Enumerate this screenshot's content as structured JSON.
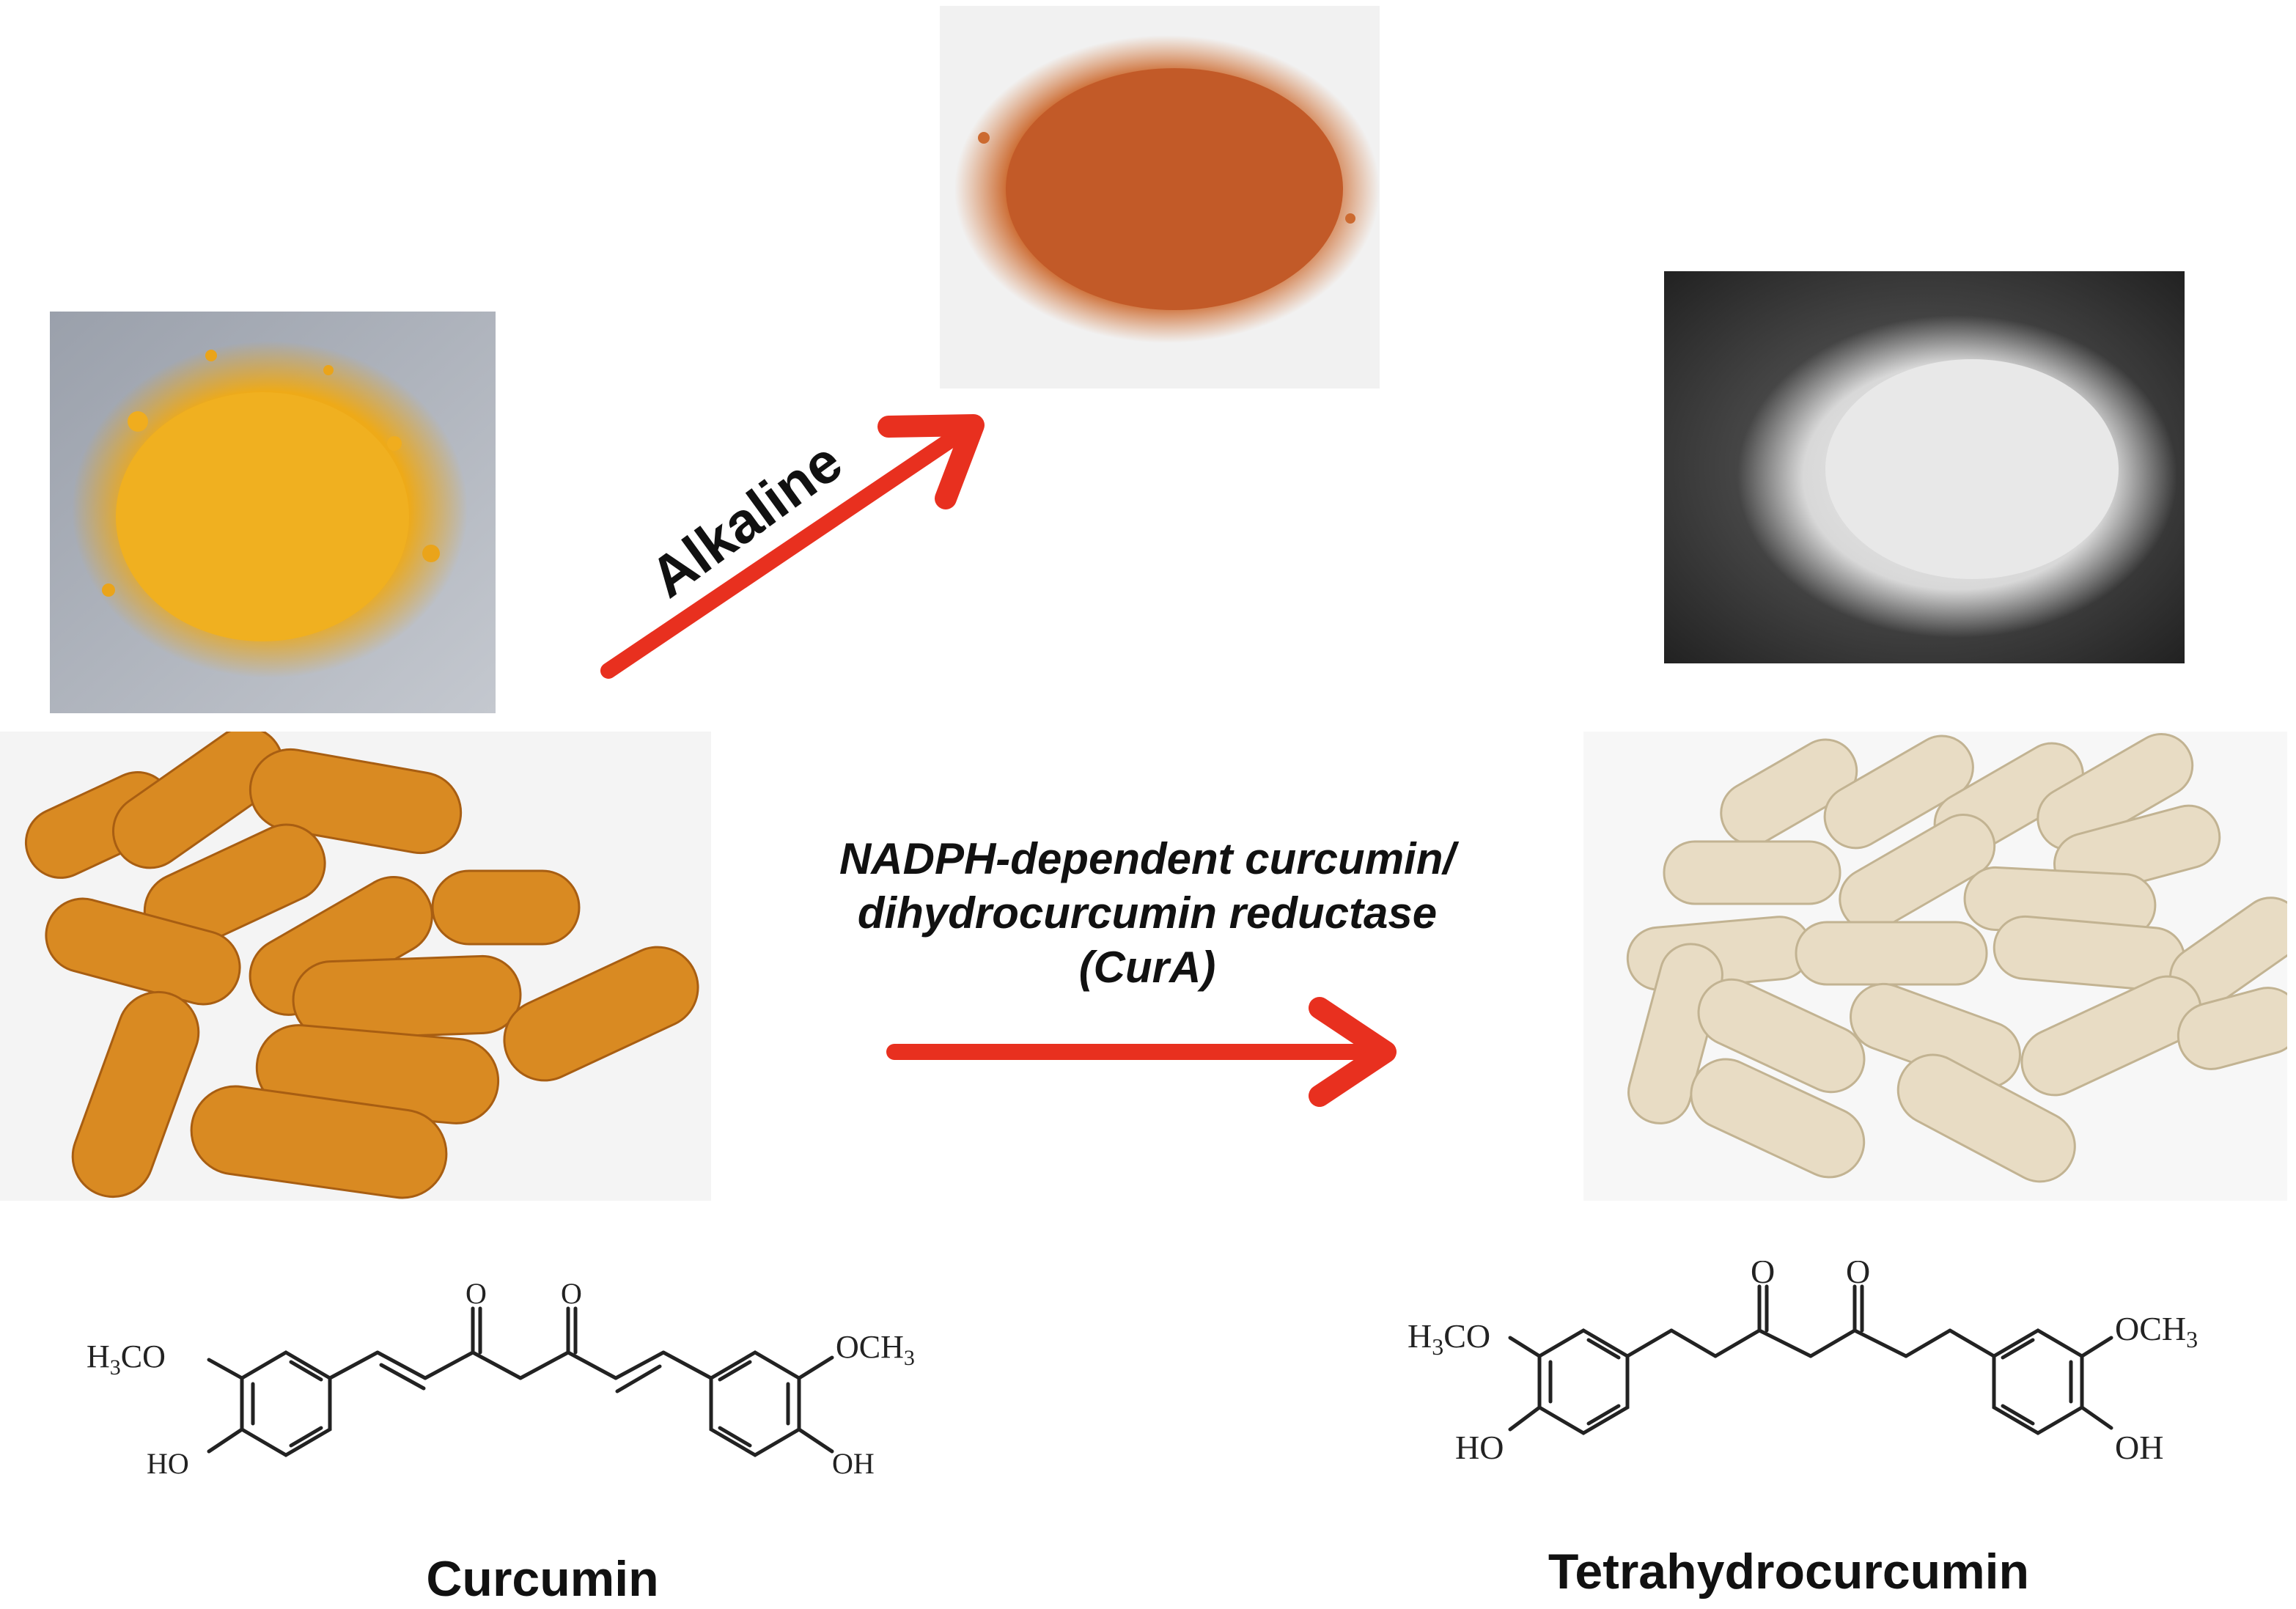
{
  "labels": {
    "alkaline": "Alkaline",
    "enzyme_line1": "NADPH-dependent curcumin/",
    "enzyme_line2": "dihydrocurcumin reductase",
    "enzyme_line3": "(CurA)",
    "curcumin": "Curcumin",
    "tetrahydrocurcumin": "Tetrahydrocurcumin"
  },
  "curcumin_structure": {
    "left_methoxy_h": "H",
    "left_methoxy_sub": "3",
    "left_methoxy_rest": "CO",
    "left_hydroxy": "HO",
    "ketone_1": "O",
    "ketone_2": "O",
    "right_methoxy": "OCH",
    "right_methoxy_sub": "3",
    "right_hydroxy": "OH"
  },
  "thc_structure": {
    "left_methoxy_h": "H",
    "left_methoxy_sub": "3",
    "left_methoxy_rest": "CO",
    "left_hydroxy": "HO",
    "ketone_1": "O",
    "ketone_2": "O",
    "right_methoxy": "OCH",
    "right_methoxy_sub": "3",
    "right_hydroxy": "OH"
  },
  "colors": {
    "arrow": "#e8301f",
    "curcumin_powder": "#f2b21c",
    "curcumin_capsule": "#d98a22",
    "alkaline_powder": "#c8612a",
    "thc_powder": "#e6e6e6",
    "thc_capsule": "#e8dcc4"
  }
}
